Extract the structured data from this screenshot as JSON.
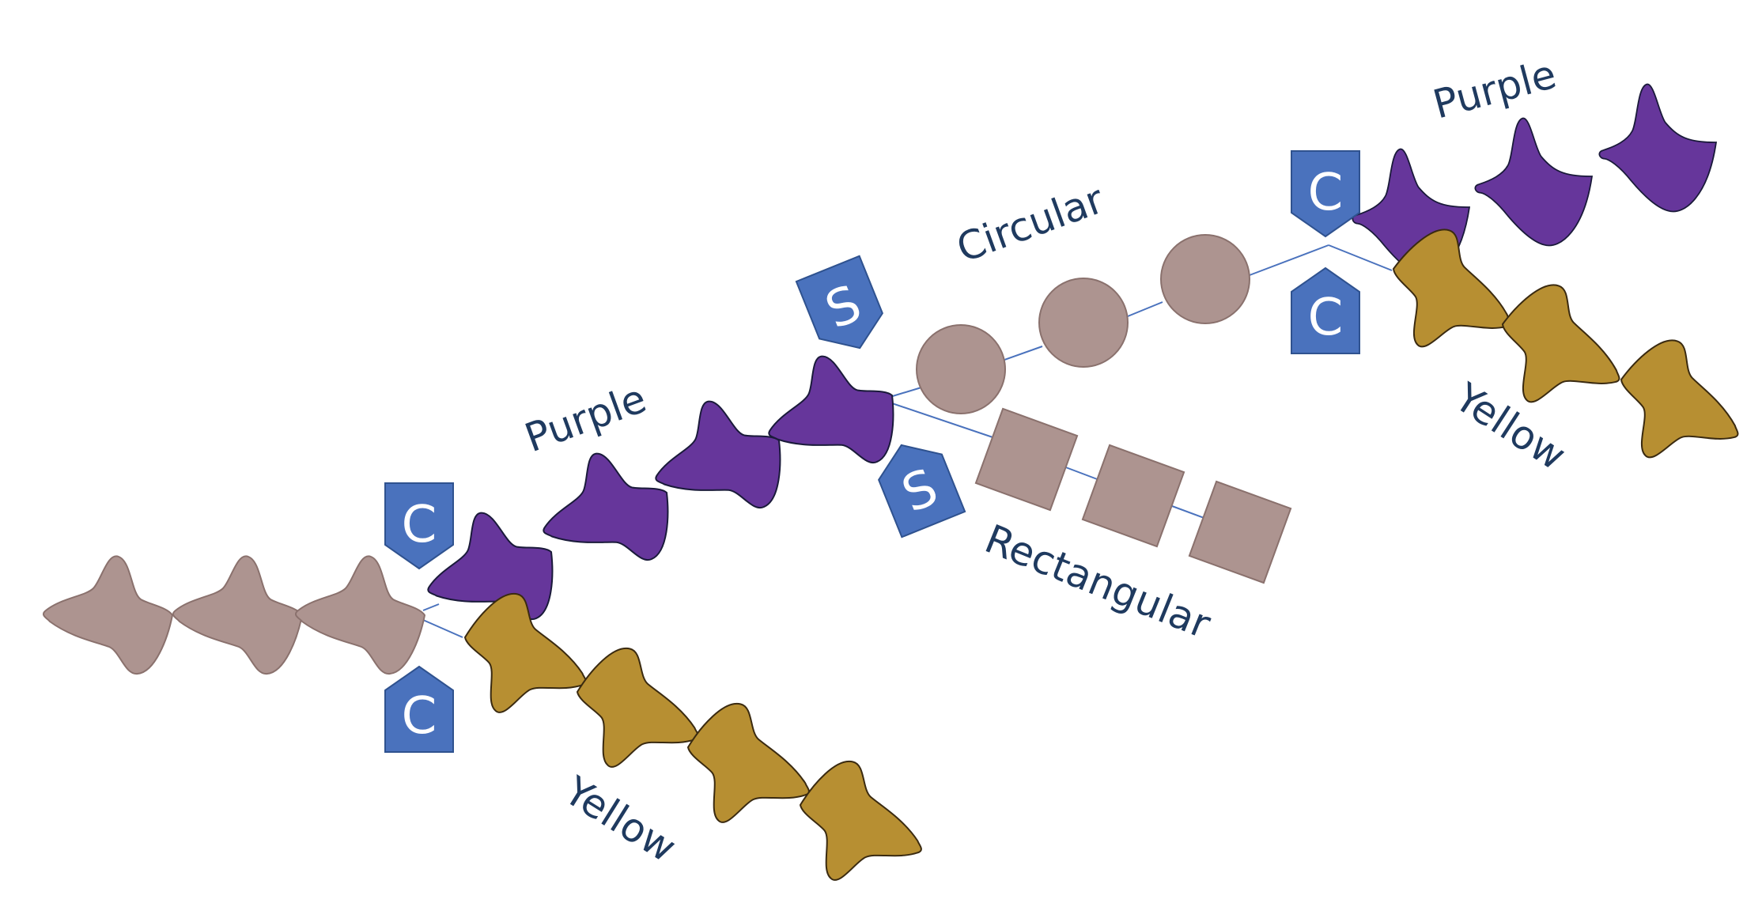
{
  "colors": {
    "taupe": "#ad9490",
    "purple": "#66369b",
    "yellow": "#b78f32",
    "badge": "#4a72bd",
    "link": "#4a72bd",
    "label": "#1f3a5f",
    "outline": "#1a1a3a"
  },
  "labels": {
    "purple_lower": "Purple",
    "yellow_lower": "Yellow",
    "circular": "Circular",
    "rectangular": "Rectangular",
    "purple_upper": "Purple",
    "yellow_upper": "Yellow"
  },
  "badges": {
    "c_upper_left": "C",
    "c_lower_left": "C",
    "s_upper": "S",
    "s_lower": "S",
    "c_upper_right": "C",
    "c_lower_right": "C"
  }
}
